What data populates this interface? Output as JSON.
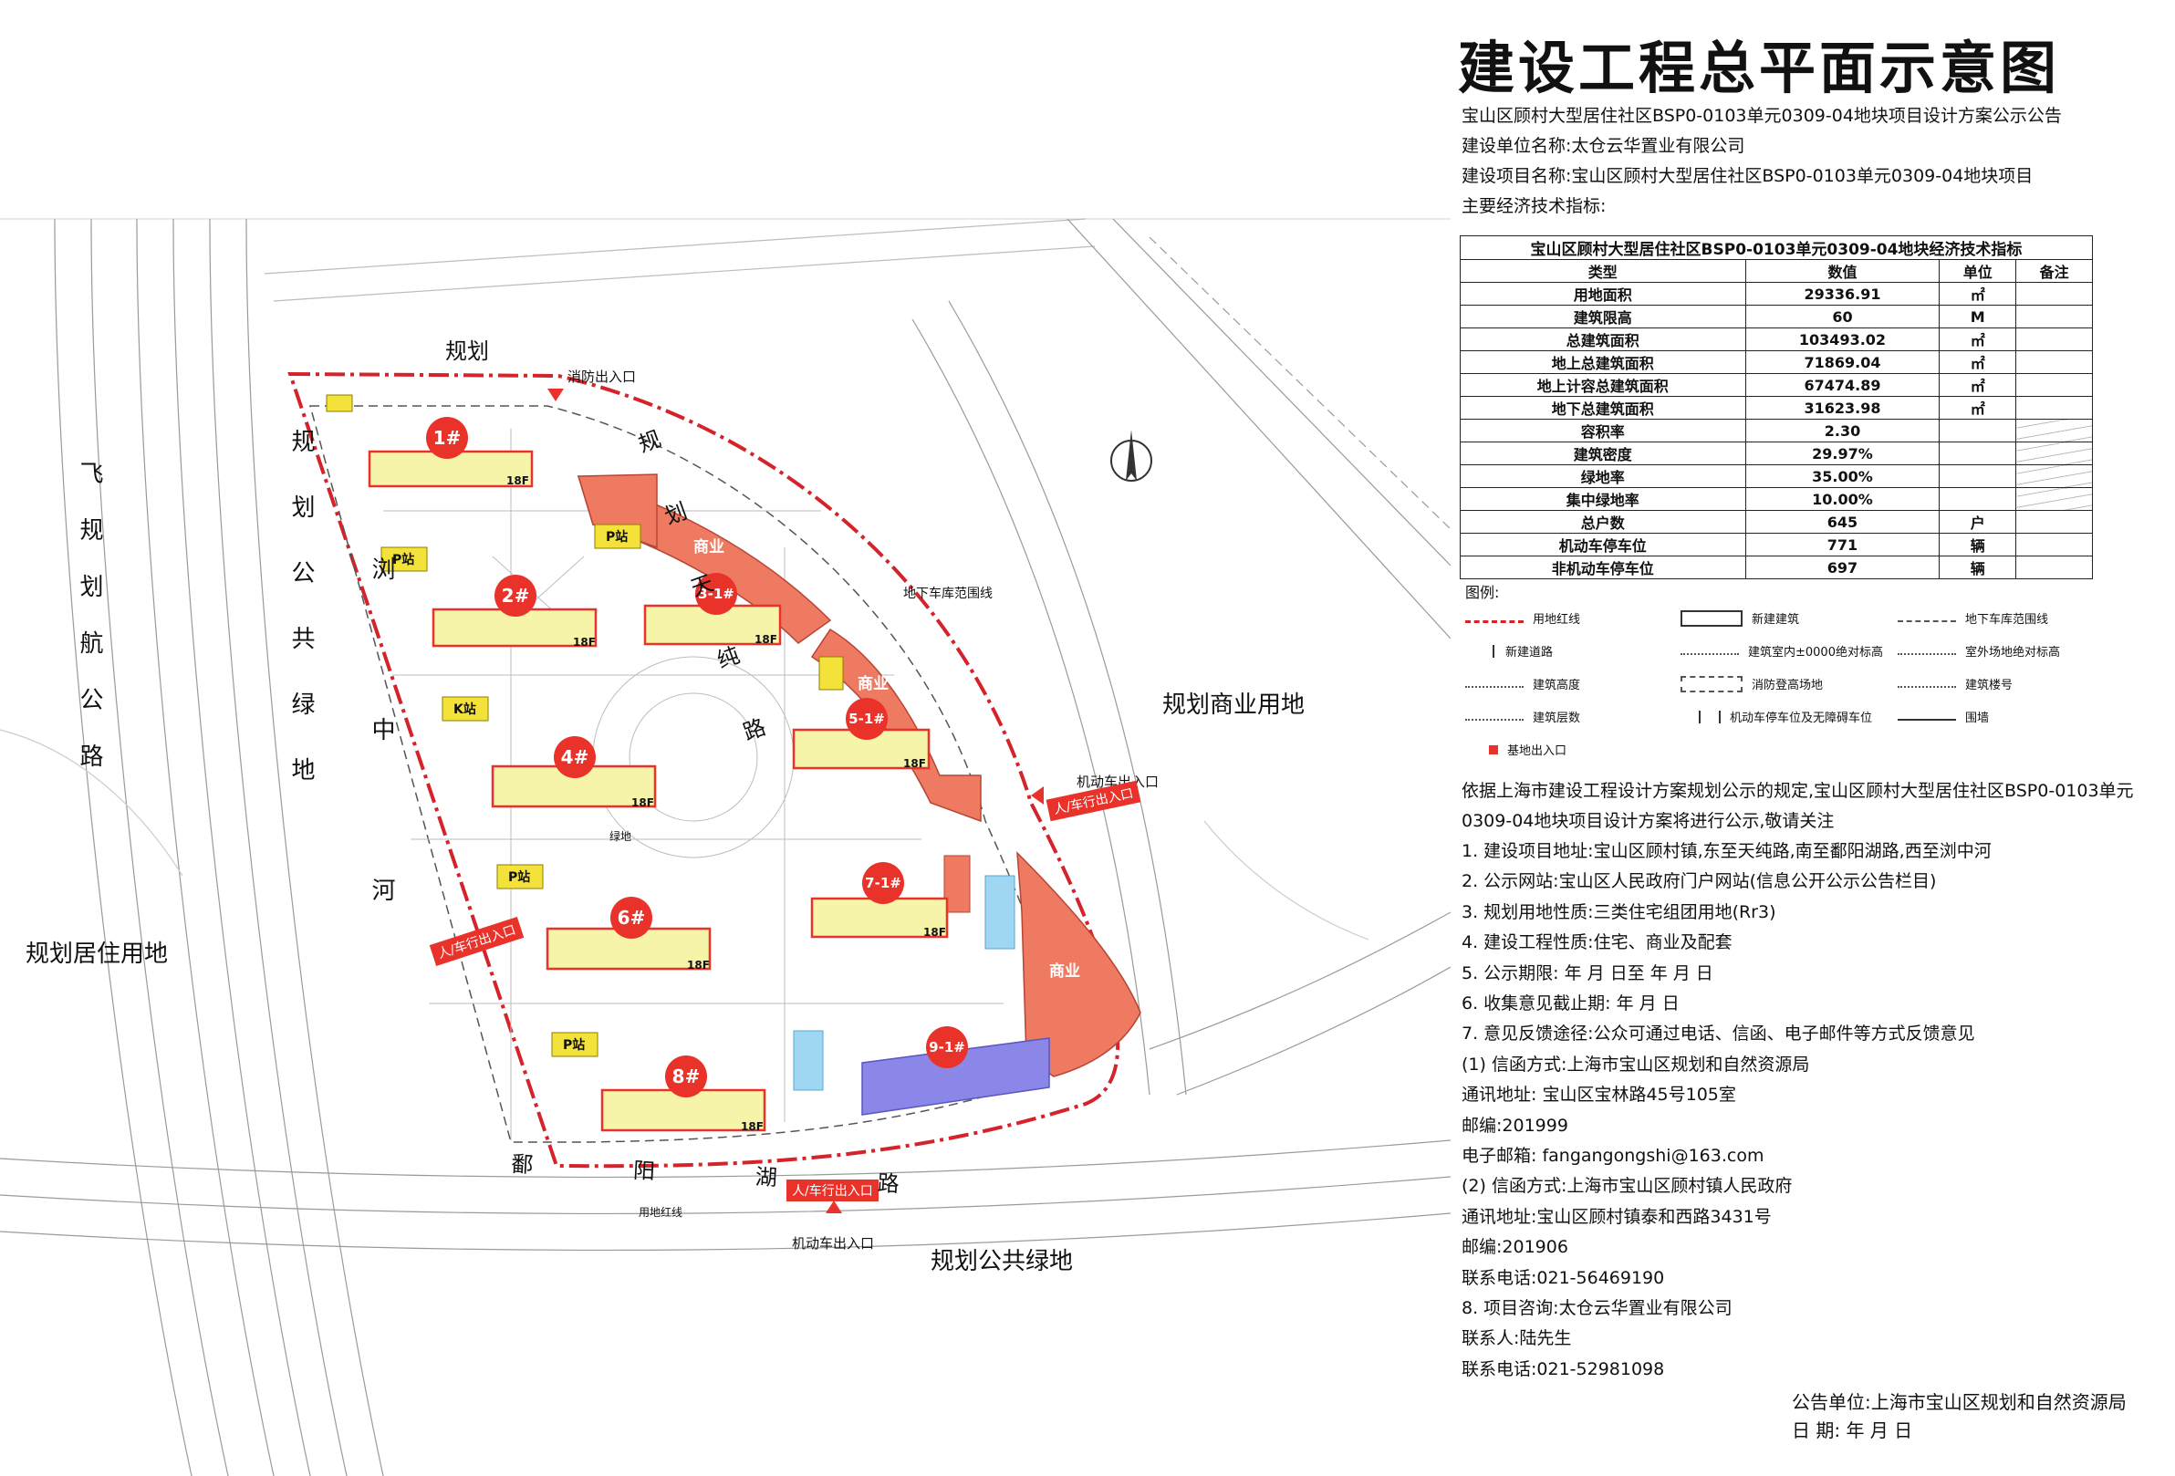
{
  "title": "建设工程总平面示意图",
  "header": {
    "line1": "宝山区顾村大型居住社区BSP0-0103单元0309-04地块项目设计方案公示公告",
    "line2": "建设单位名称:太仓云华置业有限公司",
    "line3": "建设项目名称:宝山区顾村大型居住社区BSP0-0103单元0309-04地块项目",
    "line4": "主要经济技术指标:"
  },
  "table": {
    "caption": "宝山区顾村大型居住社区BSP0-0103单元0309-04地块经济技术指标",
    "headers": [
      "类型",
      "数值",
      "单位",
      "备注"
    ],
    "rows": [
      [
        "用地面积",
        "29336.91",
        "㎡",
        ""
      ],
      [
        "建筑限高",
        "60",
        "M",
        ""
      ],
      [
        "总建筑面积",
        "103493.02",
        "㎡",
        ""
      ],
      [
        "地上总建筑面积",
        "71869.04",
        "㎡",
        ""
      ],
      [
        "地上计容总建筑面积",
        "67474.89",
        "㎡",
        ""
      ],
      [
        "地下总建筑面积",
        "31623.98",
        "㎡",
        ""
      ],
      [
        "容积率",
        "2.30",
        "",
        ""
      ],
      [
        "建筑密度",
        "29.97%",
        "",
        ""
      ],
      [
        "绿地率",
        "35.00%",
        "",
        ""
      ],
      [
        "集中绿地率",
        "10.00%",
        "",
        ""
      ],
      [
        "总户数",
        "645",
        "户",
        ""
      ],
      [
        "机动车停车位",
        "771",
        "辆",
        ""
      ],
      [
        "非机动车停车位",
        "697",
        "辆",
        ""
      ]
    ]
  },
  "legend": {
    "title": "图例:",
    "items": [
      "用地红线",
      "新建建筑",
      "地下车库范围线",
      "新建道路",
      "建筑室内±0000绝对标高",
      "室外场地绝对标高",
      "建筑高度",
      "消防登高场地",
      "建筑楼号",
      "建筑层数",
      "机动车停车位及无障碍车位",
      "围墙",
      "基地出入口"
    ]
  },
  "notice": {
    "intro1": "依据上海市建设工程设计方案规划公示的规定,宝山区顾村大型居住社区BSP0-0103单元",
    "intro2": "0309-04地块项目设计方案将进行公示,敬请关注",
    "items": [
      "1. 建设项目地址:宝山区顾村镇,东至天纯路,南至鄱阳湖路,西至浏中河",
      "2. 公示网站:宝山区人民政府门户网站(信息公开公示公告栏目)",
      "3. 规划用地性质:三类住宅组团用地(Rr3)",
      "4. 建设工程性质:住宅、商业及配套",
      "5. 公示期限:          年    月    日至               年    月    日",
      "6. 收集意见截止期:               年    月    日",
      "7. 意见反馈途径:公众可通过电话、信函、电子邮件等方式反馈意见",
      "(1) 信函方式:上海市宝山区规划和自然资源局",
      "通讯地址: 宝山区宝林路45号105室",
      "邮编:201999",
      "电子邮箱: fangangongshi@163.com",
      "(2) 信函方式:上海市宝山区顾村镇人民政府",
      "通讯地址:宝山区顾村镇泰和西路3431号",
      "邮编:201906",
      "联系电话:021-56469190",
      "8. 项目咨询:太仓云华置业有限公司",
      "联系人:陆先生",
      "联系电话:021-52981098"
    ]
  },
  "footer": {
    "publisher": "公告单位:上海市宝山区规划和自然资源局",
    "date": "日    期:                   年         月         日"
  },
  "map": {
    "buildings": [
      {
        "id": "1#",
        "floors": "18F"
      },
      {
        "id": "2#",
        "floors": "18F"
      },
      {
        "id": "3-1#",
        "floors": "18F"
      },
      {
        "id": "4#",
        "floors": "18F"
      },
      {
        "id": "5-1#",
        "floors": "18F"
      },
      {
        "id": "6#",
        "floors": "18F"
      },
      {
        "id": "7-1#",
        "floors": "18F"
      },
      {
        "id": "8#",
        "floors": "18F"
      },
      {
        "id": "9-1#",
        "floors": ""
      }
    ],
    "labels": {
      "commerce": "商业",
      "p_station": "P站",
      "k_station": "K站",
      "fire_entrance": "消防出入口",
      "vehicle_entrance": "机动车出入口",
      "ped_entrance": "人/车行出入口",
      "garage_line": "地下车库范围线",
      "land_line": "用地红线",
      "green": "绿地",
      "commercial_land": "规划商业用地",
      "residential_land": "规划居住用地",
      "public_green": "规划公共绿地",
      "road_n": "规划",
      "road_ne": "规划天纯路",
      "road_s": "鄱阳湖路",
      "road_w1": "飞规划航公路",
      "road_w2": "规划公共绿地",
      "river": "浏中河"
    },
    "colors": {
      "red_line": "#d4232b",
      "commerce": "#ee7a62",
      "residential": "#f6f4a8",
      "badge": "#e8322a",
      "blue": "#8a87e8",
      "pool": "#9fd6f2",
      "pstation": "#f3e23a"
    }
  }
}
